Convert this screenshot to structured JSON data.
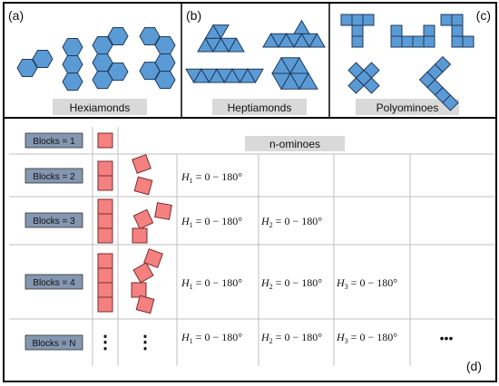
{
  "colors": {
    "blue_fill": "#5b9bd5",
    "blue_stroke": "#1f3a5c",
    "red_fill": "#f48080",
    "red_stroke": "#7a2e2e",
    "label_bg": "#d9d9d9",
    "block_label_bg": "#8497b0",
    "grid_line": "#bfbfbf",
    "frame": "#000000"
  },
  "panels": {
    "a": {
      "tag": "(a)",
      "title": "Hexiamonds"
    },
    "b": {
      "tag": "(b)",
      "title": "Heptiamonds"
    },
    "c": {
      "tag": "(c)",
      "title": "Polyominoes"
    },
    "d": {
      "tag": "(d)"
    }
  },
  "table": {
    "header": "n-ominoes",
    "rows": [
      {
        "label": "Blocks = 1",
        "angles": []
      },
      {
        "label": "Blocks = 2",
        "angles": [
          "H1"
        ]
      },
      {
        "label": "Blocks = 3",
        "angles": [
          "H1",
          "H2"
        ]
      },
      {
        "label": "Blocks = 4",
        "angles": [
          "H1",
          "H2",
          "H3"
        ]
      },
      {
        "label": "Blocks = N",
        "angles": [
          "H1",
          "H2",
          "H3"
        ]
      }
    ],
    "angle_var": "H",
    "angle_range": "= 0 − 180°",
    "vertical_dots": "⋮",
    "horizontal_dots": "•••"
  }
}
